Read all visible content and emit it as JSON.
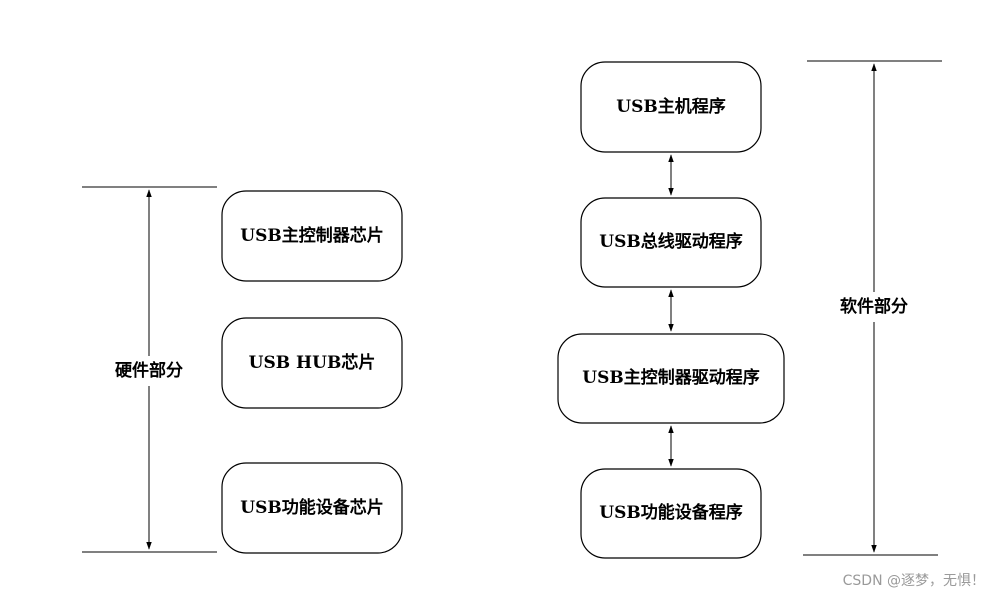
{
  "hardware": {
    "label": "硬件部分",
    "boxes": [
      {
        "label": "USB主控制器芯片"
      },
      {
        "label": "USB HUB芯片"
      },
      {
        "label": "USB功能设备芯片"
      }
    ]
  },
  "software": {
    "label": "软件部分",
    "boxes": [
      {
        "label": "USB主机程序"
      },
      {
        "label": "USB总线驱动程序"
      },
      {
        "label": "USB主控制器驱动程序"
      },
      {
        "label": "USB功能设备程序"
      }
    ]
  },
  "watermark": "CSDN @逐梦，无惧！"
}
